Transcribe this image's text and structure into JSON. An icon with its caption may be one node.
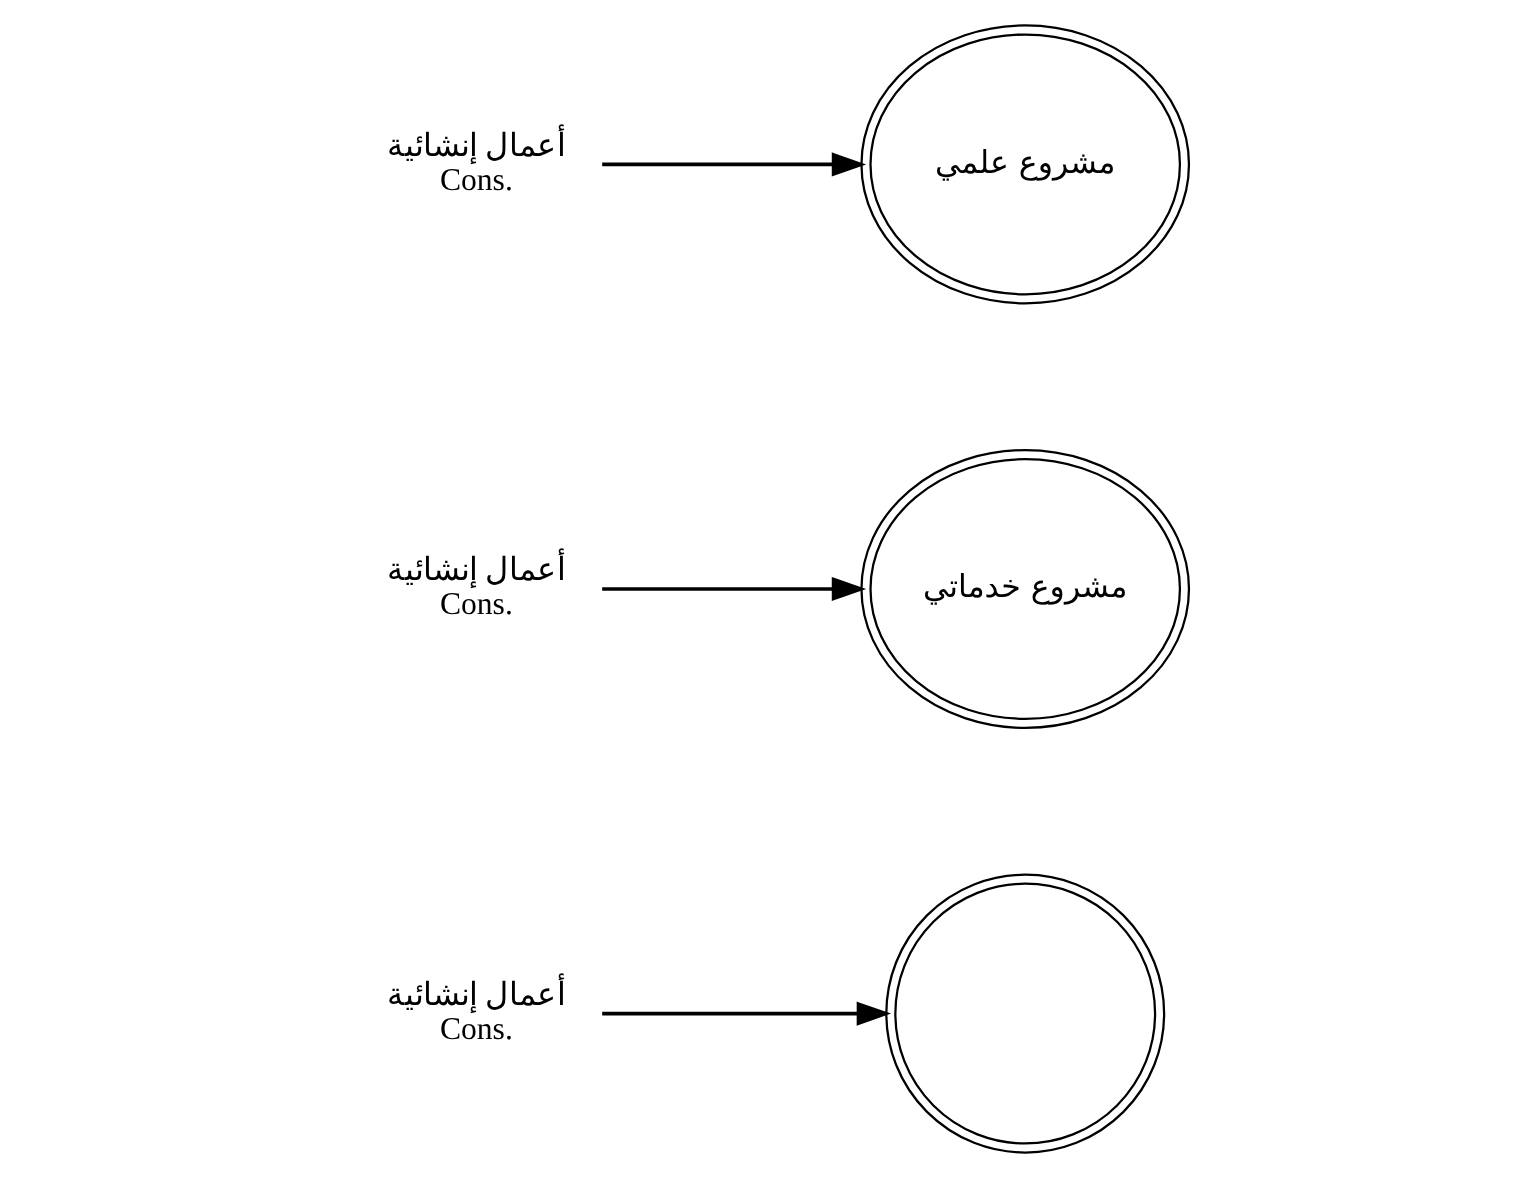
{
  "diagram": {
    "nodes": [
      {
        "text": [
          "أعمال إنشائية",
          "Cons."
        ]
      },
      {
        "text": [],
        "shape": "circle"
      },
      {
        "text": [
          "أعمال إنشائية",
          "Cons."
        ]
      },
      {
        "text": [
          "مشروع خدماتي"
        ]
      },
      {
        "text": [
          "أعمال إنشائية",
          "Cons."
        ]
      },
      {
        "text": [
          "مشروع علمي"
        ]
      }
    ],
    "edges": [
      {
        "from": 0,
        "to": 1,
        "arrow": "to"
      },
      {
        "from": 2,
        "to": 3,
        "arrow": "to"
      },
      {
        "from": 4,
        "to": 5,
        "arrow": "to"
      }
    ]
  }
}
